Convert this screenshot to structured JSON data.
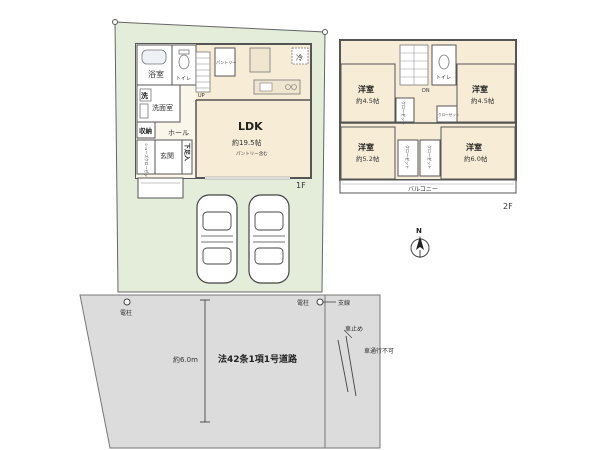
{
  "rooms": {
    "bath": "浴室",
    "wash": "洗",
    "washroom": "洗面室",
    "storage": "収納",
    "hall": "ホール",
    "entrance": "玄関",
    "shoe_closet": "シューズクローゼット",
    "shoe_box": "下足入",
    "toilet_1f": "トイレ",
    "pantry": "パントリー",
    "fridge": "冷",
    "ldk": "LDK",
    "ldk_size": "約19.5帖",
    "ldk_note": "パントリー含む",
    "floor_1f": "1F",
    "room_nw": "洋室",
    "room_nw_size": "約4.5帖",
    "room_ne": "洋室",
    "room_ne_size": "約4.5帖",
    "room_sw": "洋室",
    "room_sw_size": "約5.2帖",
    "room_se": "洋室",
    "room_se_size": "約6.0帖",
    "closet": "クローゼット",
    "toilet_2f": "トイレ",
    "dn": "DN",
    "up": "UP",
    "balcony": "バルコニー",
    "floor_2f": "2F"
  },
  "site": {
    "road_label": "法42条1項1号道路",
    "road_width": "約6.0m",
    "pole_left": "電柱",
    "pole_right": "電柱",
    "guy_wire": "支線",
    "bollard": "車止め",
    "no_vehicle": "車通行不可",
    "north": "N"
  },
  "colors": {
    "site_green": "#e3edd9",
    "room_beige": "#f7ecd6",
    "road_gray": "#dcdcdc",
    "wall": "#555555"
  }
}
